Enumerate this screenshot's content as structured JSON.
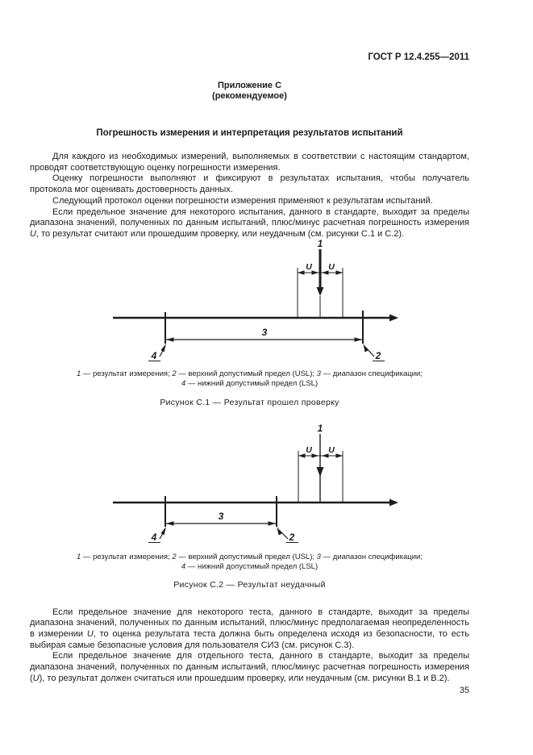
{
  "page": {
    "ink_color": "#1c1c1c",
    "background_color": "#ffffff",
    "number": "35"
  },
  "header": {
    "standard": "ГОСТ Р 12.4.255—2011",
    "annex": "Приложение С",
    "annex_type": "(рекомендуемое)",
    "title": "Погрешность измерения и интерпретация результатов испытаний"
  },
  "paragraphs": {
    "p1": "Для каждого из необходимых измерений, выполняемых в соответствии с настоящим стандартом, проводят соответствующую оценку погрешности измерения.",
    "p2": "Оценку погрешности выполняют и фиксируют в результатах испытания, чтобы получатель протокола мог оценивать достоверность данных.",
    "p3": "Следующий протокол оценки погрешности измерения применяют к результатам испытаний.",
    "p4": {
      "before": "Если предельное значение для некоторого испытания, данного в стандарте, выходит за пределы диапазона значений, полученных по данным испытаний, плюс/минус расчетная погрешность измерения ",
      "u": "U",
      "after": ", то результат считают или прошедшим проверку, или неудачным (см. рисунки С.1 и С.2)."
    },
    "p5": {
      "before": "Если предельное значение для некоторого теста, данного в стандарте, выходит за пределы диапазона значений, полученных по данным испытаний, плюс/минус предполагаемая неопределенность в измерении ",
      "u": "U",
      "after": ", то оценка результата теста должна быть определена исходя из безопасности, то есть выбирая самые безопасные условия для пользователя СИЗ (см. рисунок С.3)."
    },
    "p6": {
      "before": "Если предельное значение для отдельного теста, данного в стандарте, выходит за пределы диапазона значений, полученных по данным испытаний, плюс/минус расчетная погрешность измерения (",
      "u": "U",
      "after": "), то результат должен считаться или прошедшим проверку, или неудачным (см. рисунки В.1 и В.2)."
    }
  },
  "legend": {
    "n1": "1",
    "t1": " — результат измерения; ",
    "n2": "2",
    "t2": " — верхний допустимый предел (USL); ",
    "n3": "3",
    "t3": " — диапазон спецификации;",
    "n4": "4",
    "t4": " — нижний допустимый предел (LSL)"
  },
  "figures": {
    "fig1": {
      "title": "Рисунок С.1 — Результат прошел проверку",
      "labels": {
        "result": "1",
        "u_left": "U",
        "u_right": "U",
        "range": "3",
        "lsl": "4",
        "usl": "2"
      }
    },
    "fig2": {
      "title": "Рисунок С.2 — Результат неудачный",
      "labels": {
        "result": "1",
        "u_left": "U",
        "u_right": "U",
        "range": "3",
        "lsl": "4",
        "usl": "2"
      }
    }
  }
}
